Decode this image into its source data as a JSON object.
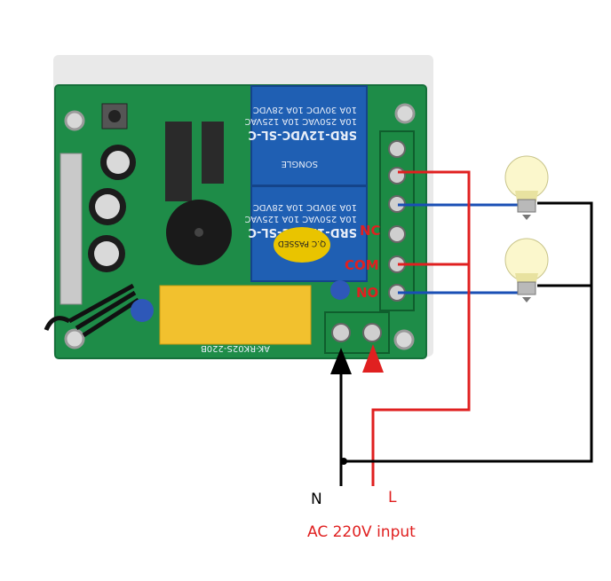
{
  "board": {
    "model_label": "AK-RK02S-220B",
    "relay_model": "SRD-12VDC-SL-C",
    "relay_ratings": [
      "10A 250VAC 10A 125VAC",
      "10A 30VDC 10A 28VDC"
    ],
    "relay_brand": "SONGLE",
    "qc_sticker": "Q.C PASSED"
  },
  "terminals": {
    "nc_label": "NC",
    "com_label": "COM",
    "no_label": "NO"
  },
  "input": {
    "n_label": "N",
    "l_label": "L",
    "caption": "AC 220V input"
  },
  "colors": {
    "pcb": "#1e8c48",
    "live_wire": "#e02020",
    "neutral_wire": "#000000",
    "load_wire": "#1a4fb5"
  }
}
